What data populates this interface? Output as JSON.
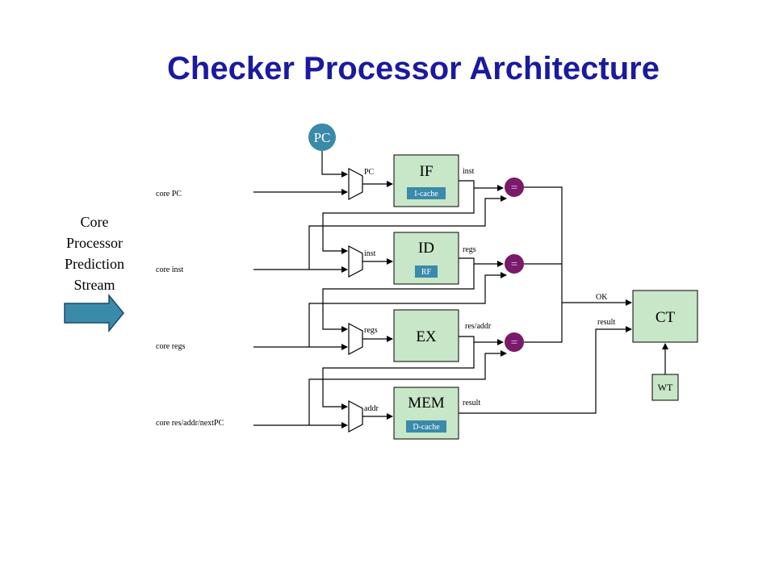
{
  "title": "Checker Processor Architecture",
  "side_label": [
    "Core",
    "Processor",
    "Prediction",
    "Stream"
  ],
  "pc_register": "PC",
  "inputs": {
    "core_pc": "core PC",
    "core_inst": "core inst",
    "core_regs": "core regs",
    "core_res": "core res/addr/nextPC"
  },
  "stages": {
    "if": {
      "label": "IF",
      "chip": "I-cache"
    },
    "id": {
      "label": "ID",
      "chip": "RF"
    },
    "ex": {
      "label": "EX"
    },
    "mem": {
      "label": "MEM",
      "chip": "D-cache"
    }
  },
  "mux_labels": {
    "if": "PC",
    "id": "inst",
    "ex": "regs",
    "mem": "addr"
  },
  "outputs": {
    "if": "inst",
    "id": "regs",
    "ex": "res/addr",
    "mem": "result"
  },
  "comparator": "=",
  "ct": {
    "label": "CT",
    "ok": "OK",
    "result": "result"
  },
  "wt": "WT",
  "colors": {
    "title": "#1a1aa0",
    "stage_fill": "#c8e6c8",
    "chip_fill": "#3a8aaa",
    "pc_fill": "#3a8aaa",
    "comparator_fill": "#7a1a6a",
    "arrow_fill": "#3a8aaa"
  }
}
